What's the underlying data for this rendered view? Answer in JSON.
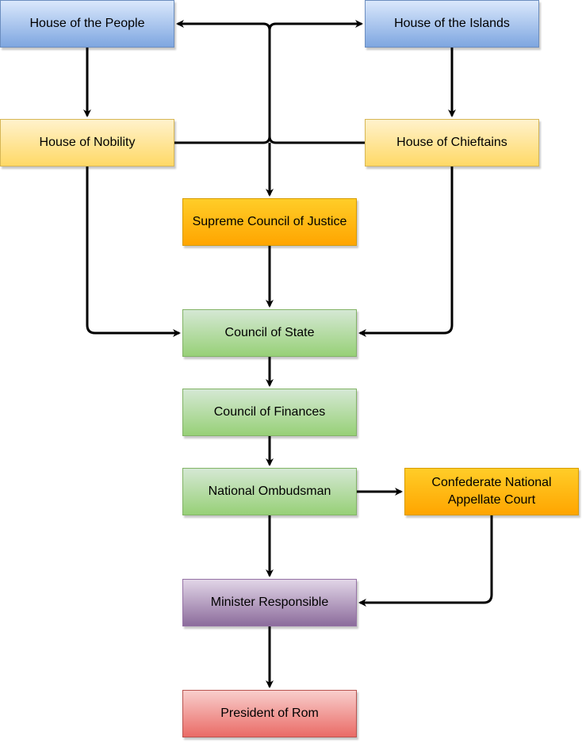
{
  "nodes": {
    "house_of_the_people": "House of the People",
    "house_of_the_islands": "House of the Islands",
    "house_of_nobility": "House of Nobility",
    "house_of_chieftains": "House of Chieftains",
    "supreme_council_of_justice": "Supreme Council of Justice",
    "council_of_state": "Council of State",
    "council_of_finances": "Council of Finances",
    "national_ombudsman": "National Ombudsman",
    "confederate_national_appellate_court": "Confederate National Appellate Court",
    "minister_responsible": "Minister Responsible",
    "president_of_rom": "President of Rom"
  },
  "colors": {
    "blue_fill": "#7ea6e0",
    "yellow_fill": "#ffd966",
    "orange_fill": "#ffa500",
    "green_fill": "#97d077",
    "purple_fill": "#8c6c9c",
    "red_fill": "#ea6b66",
    "connector": "#000000"
  },
  "edges": [
    {
      "from": "house_of_the_people",
      "to": "house_of_nobility"
    },
    {
      "from": "house_of_the_islands",
      "to": "house_of_chieftains"
    },
    {
      "from": "house_of_nobility",
      "to": "house_of_the_islands"
    },
    {
      "from": "house_of_nobility",
      "to": "supreme_council_of_justice"
    },
    {
      "from": "house_of_chieftains",
      "to": "house_of_the_people"
    },
    {
      "from": "house_of_chieftains",
      "to": "supreme_council_of_justice"
    },
    {
      "from": "house_of_nobility",
      "to": "council_of_state"
    },
    {
      "from": "house_of_chieftains",
      "to": "council_of_state"
    },
    {
      "from": "supreme_council_of_justice",
      "to": "council_of_state"
    },
    {
      "from": "council_of_state",
      "to": "council_of_finances"
    },
    {
      "from": "council_of_finances",
      "to": "national_ombudsman"
    },
    {
      "from": "national_ombudsman",
      "to": "confederate_national_appellate_court"
    },
    {
      "from": "national_ombudsman",
      "to": "minister_responsible"
    },
    {
      "from": "confederate_national_appellate_court",
      "to": "minister_responsible"
    },
    {
      "from": "minister_responsible",
      "to": "president_of_rom"
    }
  ]
}
